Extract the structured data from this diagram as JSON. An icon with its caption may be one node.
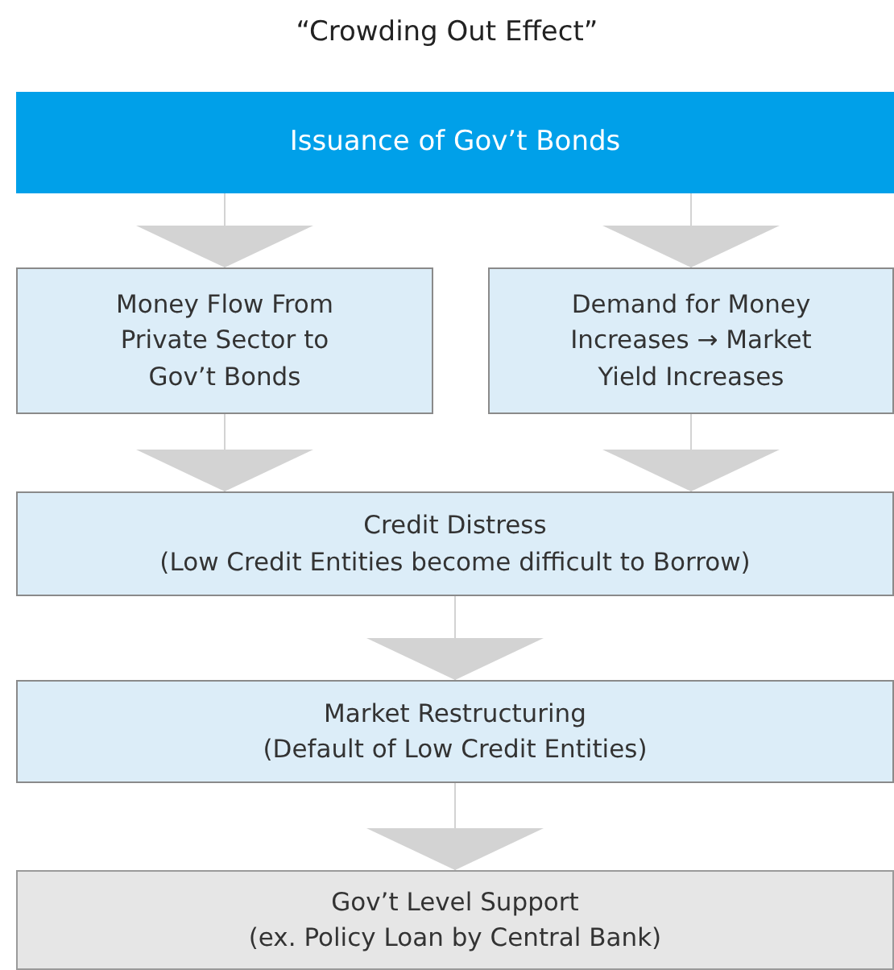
{
  "diagram": {
    "title": "“Crowding Out Effect”",
    "nodes": [
      {
        "text": [
          "Issuance of Gov’t Bonds"
        ]
      },
      {
        "text": [
          "Money Flow From Private Sector to Gov’t Bonds"
        ]
      },
      {
        "text": [
          "Demand for Money Increases → Market Yield Increases"
        ]
      },
      {
        "text": [
          "Credit Distress",
          "(Low Credit Entities become difficult to Borrow)"
        ]
      },
      {
        "text": [
          "Market Restructuring",
          "(Default of Low Credit Entities)"
        ]
      },
      {
        "text": [
          "Gov’t Level Support",
          "(ex. Policy Loan by Central Bank)"
        ]
      }
    ],
    "edges": [
      {
        "from": 0,
        "to": 1,
        "arrow": "to"
      },
      {
        "from": 0,
        "to": 2,
        "arrow": "to"
      },
      {
        "from": 1,
        "to": 3,
        "arrow": "to"
      },
      {
        "from": 2,
        "to": 3,
        "arrow": "to"
      },
      {
        "from": 3,
        "to": 4,
        "arrow": "to"
      },
      {
        "from": 4,
        "to": 5,
        "arrow": "to"
      }
    ]
  }
}
